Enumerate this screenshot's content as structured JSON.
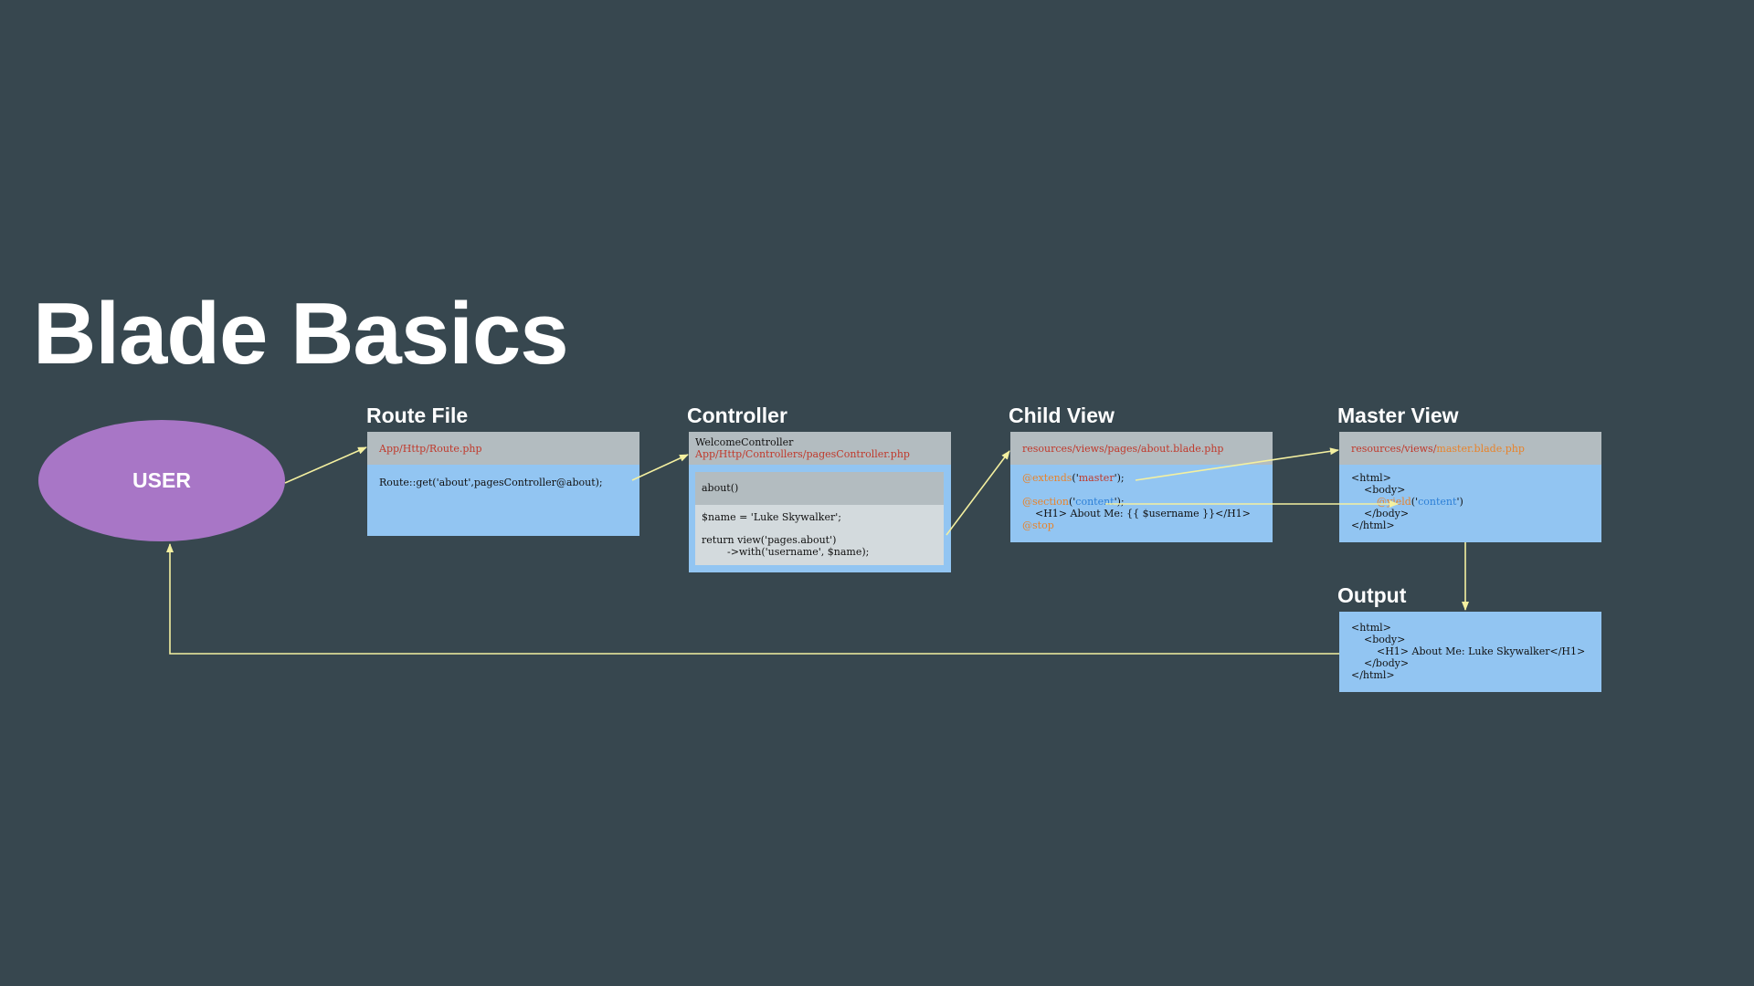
{
  "title": "Blade Basics",
  "user": {
    "label": "USER"
  },
  "route_file": {
    "label": "Route File",
    "path": "App/Http/Route.php",
    "code": "Route::get('about',pagesController@about);"
  },
  "controller": {
    "label": "Controller",
    "name": "WelcomeController",
    "path": "App/Http/Controllers/pagesController.php",
    "method": "about()",
    "line1": "$name = 'Luke Skywalker';",
    "line2": "return view('pages.about')",
    "line3": "        ->with('username', $name);"
  },
  "child_view": {
    "label": "Child View",
    "path": "resources/views/pages/about.blade.php",
    "extends_kw": "@extends",
    "extends_open": "('",
    "extends_arg": "master",
    "extends_close": "');",
    "section_kw": "@section",
    "section_open": "('",
    "section_arg": "content",
    "section_close": "');",
    "h1_line": "    <H1> About Me: {{ $username }}</H1>",
    "stop_kw": "@stop"
  },
  "master_view": {
    "label": "Master View",
    "path_prefix": "resources/views/",
    "path_name": "master.blade.php",
    "l1": "<html>",
    "l2": "    <body>",
    "yield_indent": "        ",
    "yield_kw": "@yield",
    "yield_open": "('",
    "yield_arg": "content",
    "yield_close": "')",
    "l4": "    </body>",
    "l5": "</html>"
  },
  "output": {
    "label": "Output",
    "l1": "<html>",
    "l2": "    <body>",
    "l3": "        <H1> About Me: Luke Skywalker</H1>",
    "l4": "    </body>",
    "l5": "</html>"
  },
  "colors": {
    "background": "#37474f",
    "user": "#a876c6",
    "box": "#92c5f2",
    "box_header": "#b3bcc0",
    "arrow": "#f4f0a0",
    "path_text": "#c0392b",
    "directive": "#e8832a",
    "string": "#2c7fd6"
  }
}
